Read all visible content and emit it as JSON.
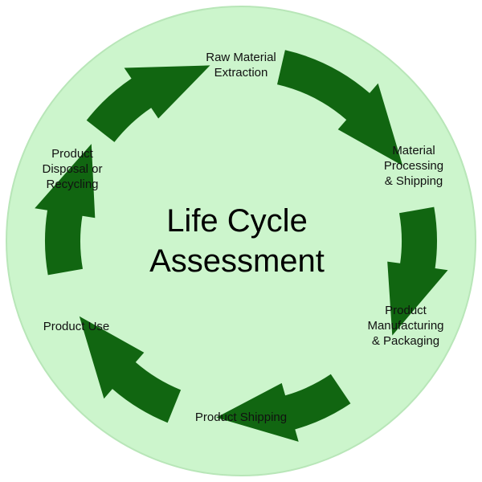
{
  "diagram": {
    "title": "Life Cycle\nAssessment",
    "colors": {
      "background_circle": "#ccf5cc",
      "circle_border": "#b8e6b8",
      "arrow": "#116611",
      "text": "#000000"
    },
    "stages": [
      {
        "id": "raw",
        "label": "Raw Material\nExtraction"
      },
      {
        "id": "material",
        "label": "Material\nProcessing\n& Shipping"
      },
      {
        "id": "manufacturing",
        "label": "Product\nManufacturing\n& Packaging"
      },
      {
        "id": "shipping",
        "label": "Product Shipping"
      },
      {
        "id": "use",
        "label": "Product Use"
      },
      {
        "id": "disposal",
        "label": "Product\nDisposal or\nRecycling"
      }
    ],
    "arrow_icon": "curved-arrow-icon"
  }
}
